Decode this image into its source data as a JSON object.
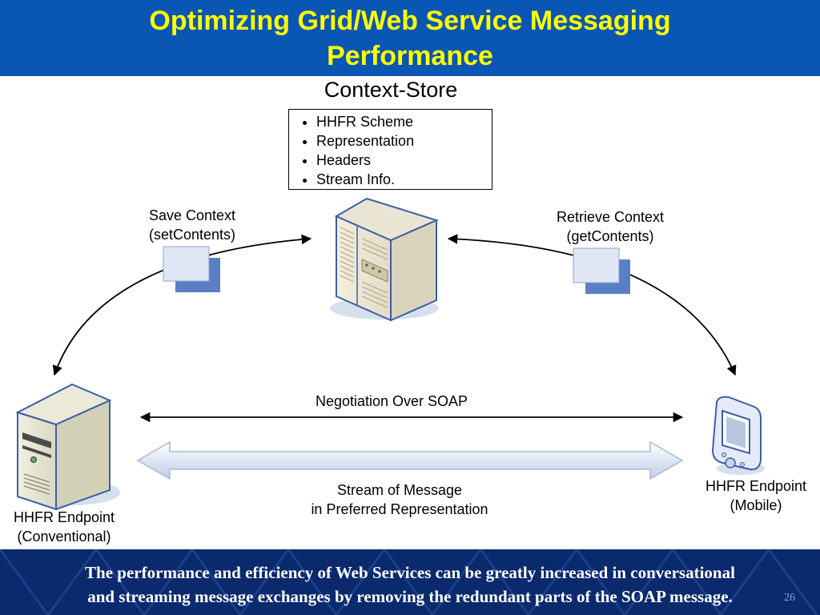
{
  "header": {
    "title_line1": "Optimizing Grid/Web Service Messaging",
    "title_line2": "Performance",
    "bg_color": "#0a56b4",
    "title_color": "#ffff00"
  },
  "context_store": {
    "label": "Context-Store",
    "items": [
      "HHFR Scheme",
      "Representation",
      "Headers",
      "Stream Info."
    ],
    "icon": "server-tower-icon"
  },
  "arrows": {
    "save_context_line1": "Save Context",
    "save_context_line2": "(setContents)",
    "retrieve_context_line1": "Retrieve Context",
    "retrieve_context_line2": "(getContents)",
    "negotiation": "Negotiation Over SOAP",
    "stream_line1": "Stream of Message",
    "stream_line2": "in Preferred Representation"
  },
  "endpoints": {
    "conventional_line1": "HHFR Endpoint",
    "conventional_line2": "(Conventional)",
    "conventional_icon": "desktop-tower-icon",
    "mobile_line1": "HHFR Endpoint",
    "mobile_line2": "(Mobile)",
    "mobile_icon": "pda-device-icon"
  },
  "footer": {
    "text_line1": "The performance and efficiency of Web Services can be greatly increased in conversational",
    "text_line2": "and streaming message exchanges by removing the redundant parts of the SOAP message.",
    "page_number": "26",
    "bg_color": "#0b2a6e"
  }
}
